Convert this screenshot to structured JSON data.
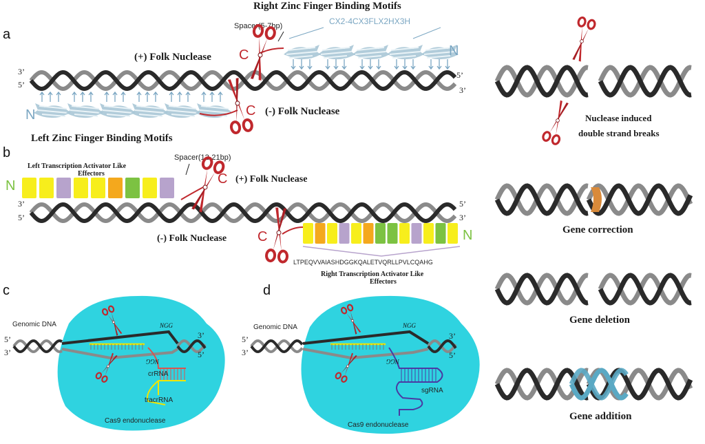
{
  "panels": {
    "a": {
      "letter": "a",
      "right_motif_title": "Right  Zinc Finger Binding Motifs",
      "left_motif_title": "Left Zinc Finger Binding Motifs",
      "motif_sequence": "CX2-4CX3FLX2HX3H",
      "spacer": "Spacer(5-7bp)",
      "plus_nuclease": "(+) Folk Nuclease",
      "minus_nuclease": "(-) Folk Nuclease",
      "n_term": "N",
      "c_term": "C"
    },
    "b": {
      "letter": "b",
      "spacer": "Spacer(12-21bp)",
      "left_tale_line1": "Left Transcription  Activator  Like",
      "left_tale_line2": "Effectors",
      "right_tale_line1": "Right Transcription  Activator  Like",
      "right_tale_line2": "Effectors",
      "plus_nuclease": "(+) Folk Nuclease",
      "minus_nuclease": "(-) Folk Nuclease",
      "repeat_sequence": "LTPEQVVAIASHDGGKQALETVQRLLPVLCQAHG",
      "n_term": "N",
      "c_term": "C"
    },
    "c": {
      "letter": "c",
      "genomic_dna": "Genomic DNA",
      "pam": "NGG",
      "pam_rev": "NGG",
      "crrna": "crRNA",
      "tracrrna": "tracrRNA",
      "enzyme": "Cas9 endonuclease"
    },
    "d": {
      "letter": "d",
      "genomic_dna": "Genomic DNA",
      "pam": "NGG",
      "pam_rev": "NGG",
      "sgrna": "sgRNA",
      "enzyme": "Cas9 endonuclease"
    }
  },
  "outcomes": {
    "dsb_line1": "Nuclease induced",
    "dsb_line2": "double strand breaks",
    "correction": "Gene correction",
    "deletion": "Gene deletion",
    "addition": "Gene addition"
  },
  "labels": {
    "three_prime": "3’",
    "five_prime": "5’"
  },
  "colors": {
    "dna_dark": "#2a2a2a",
    "dna_light": "#8a8a8a",
    "scissors": "#c0282d",
    "zinc_finger": "#a9c7d6",
    "zinc_arrow": "#7aa6c2",
    "cas9": "#2fd3e0",
    "tale_yellow": "#f7ee1c",
    "tale_orange": "#f4a81d",
    "tale_purple": "#b7a3cc",
    "tale_green": "#7cc242",
    "correction_insert": "#d98a3a",
    "addition_insert": "#5aa9c4",
    "crrna_rung": "#d9534f",
    "guide_yellow": "#f2e600",
    "sgrna_purple": "#4a3aa3"
  },
  "tale_left": [
    "yellow",
    "yellow",
    "purple",
    "yellow",
    "yellow",
    "orange",
    "green",
    "yellow",
    "purple"
  ],
  "tale_right": [
    "yellow",
    "orange",
    "yellow",
    "purple",
    "yellow",
    "orange",
    "green",
    "green",
    "yellow",
    "purple",
    "yellow",
    "green",
    "yellow"
  ]
}
